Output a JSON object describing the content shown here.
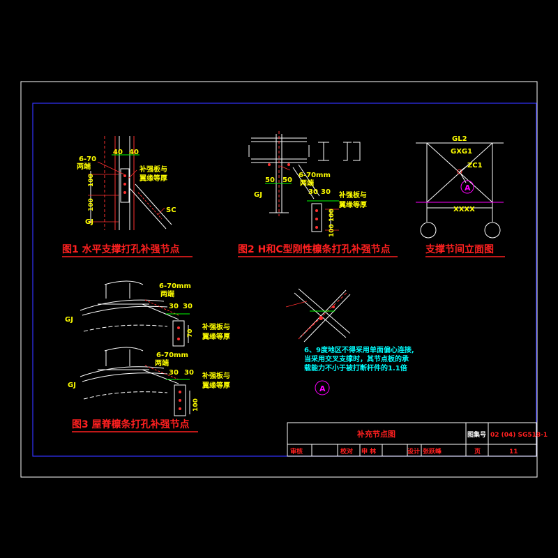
{
  "figures": {
    "fig1": {
      "caption": "图1 水平支撑打孔补强节点",
      "dim_top_left": "40",
      "dim_top_right": "40",
      "bolt_note_line1": "6-70",
      "bolt_note_line2": "两端",
      "plate_note_line1": "补强板与",
      "plate_note_line2": "翼缘等厚",
      "dim_left_upper": "100",
      "dim_left_lower": "100",
      "label_gj": "GJ",
      "label_sc": "SC"
    },
    "fig2": {
      "caption": "图2 H和C型刚性檩条打孔补强节点",
      "bolt_note_line1": "6-70mm",
      "bolt_note_line2": "两端",
      "dim_a": "50",
      "dim_b": "50",
      "dim_c": "30",
      "dim_d": "30",
      "plate_note_line1": "补强板与",
      "plate_note_line2": "翼缘等厚",
      "label_gj": "GJ",
      "dim_e": "100",
      "dim_f": "100"
    },
    "fig_elev": {
      "caption": "支撑节间立面图",
      "label_gl2": "GL2",
      "label_gxg1": "GXG1",
      "label_zc1": "ZC1",
      "label_xxxx": "XXXX",
      "marker_a": "A"
    },
    "fig3": {
      "caption": "图3 屋脊檩条打孔补强节点",
      "upper": {
        "bolt_note_line1": "6-70mm",
        "bolt_note_line2": "两端",
        "dim_a": "30",
        "dim_b": "30",
        "dim_v": "70",
        "plate_note_line1": "补强板与",
        "plate_note_line2": "翼缘等厚",
        "label_gj": "GJ"
      },
      "lower": {
        "bolt_note_line1": "6-70mm",
        "bolt_note_line2": "两端",
        "dim_a": "30",
        "dim_b": "30",
        "dim_v": "100",
        "plate_note_line1": "补强板与",
        "plate_note_line2": "翼缘等厚",
        "label_gj": "GJ"
      }
    },
    "detail_a": {
      "note_line1": "6、9度地区不得采用单面偏心连接,",
      "note_line2": "当采用交叉支撑时，其节点板的承",
      "note_line3": "载能力不小于被打断杆件的1.1倍",
      "marker_a": "A"
    }
  },
  "title_block": {
    "drawing_title": "补充节点图",
    "label_drawing_no": "图集号",
    "drawing_no": "02 (04) SG518-1",
    "label_review": "审核",
    "label_check": "校对",
    "checker": "申 林",
    "label_design": "设计",
    "designer": "张跃峰",
    "label_page": "页",
    "page_no": "11"
  },
  "colors": {
    "background": "#000000",
    "frame_outer": "#ffffff",
    "frame_inner": "#3333ff",
    "caption": "#ff2020",
    "text_yellow": "#ffff00",
    "text_cyan": "#00ffff",
    "member_white": "#ffffff",
    "member_red": "#ff3030",
    "magenta": "#ff00ff",
    "green": "#00ff00"
  }
}
